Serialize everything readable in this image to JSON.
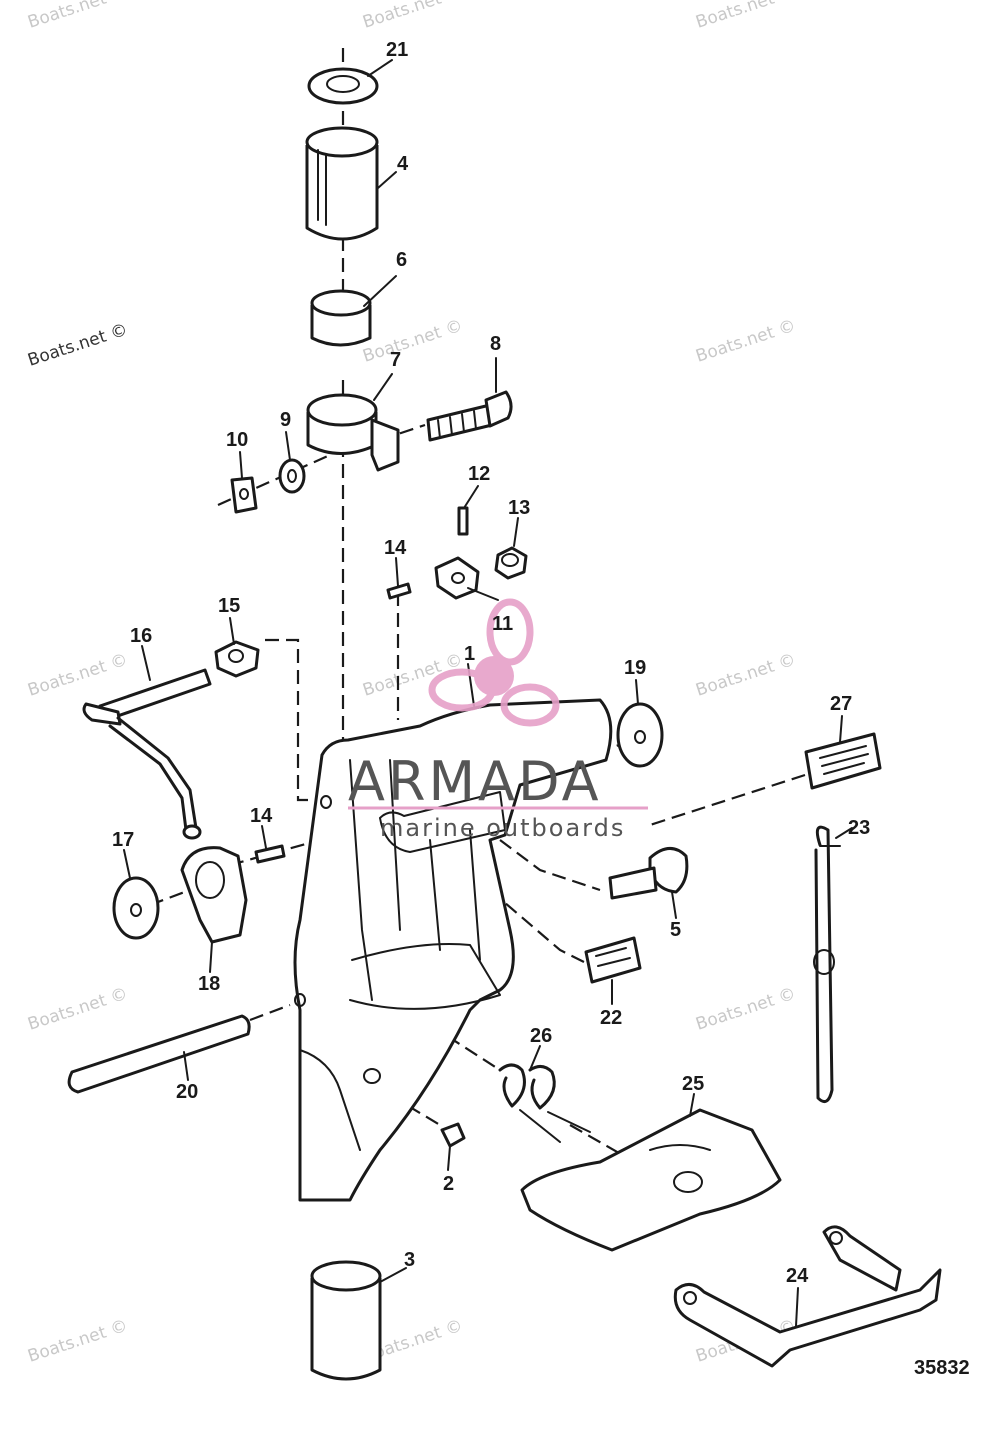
{
  "diagram_id": "35832",
  "watermark": "Boats.net ©",
  "brand": {
    "name": "ARMADA",
    "tagline": "marine outboards",
    "accent_color": "#e6a0c8"
  },
  "part_labels": [
    "1",
    "2",
    "3",
    "4",
    "5",
    "6",
    "7",
    "8",
    "9",
    "10",
    "11",
    "12",
    "13",
    "14",
    "14",
    "15",
    "16",
    "17",
    "18",
    "19",
    "20",
    "21",
    "22",
    "23",
    "24",
    "25",
    "26",
    "27"
  ]
}
